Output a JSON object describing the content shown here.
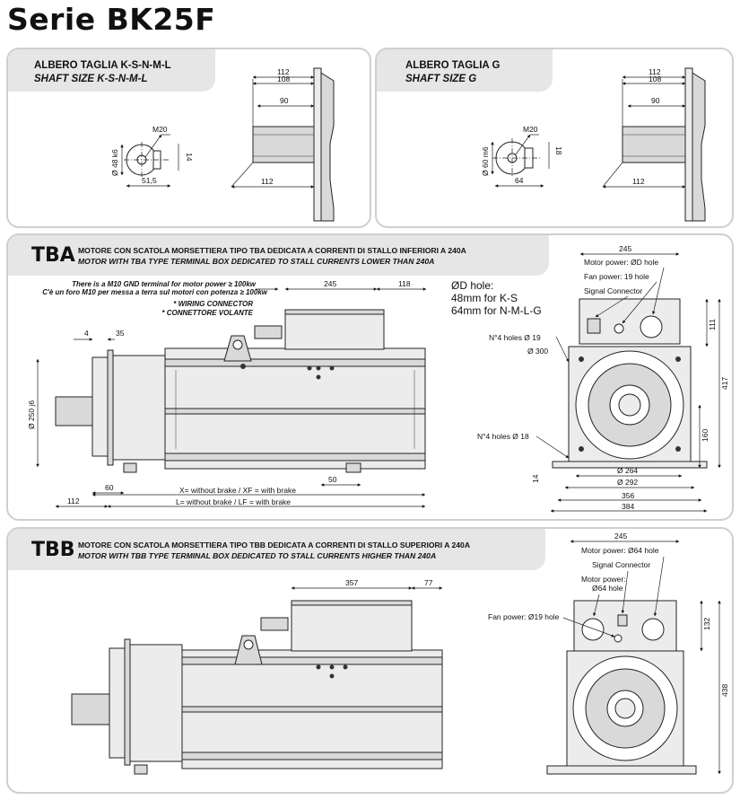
{
  "title": "Serie BK25F",
  "shaft_ksnml": {
    "title_it": "ALBERO TAGLIA K-S-N-M-L",
    "title_en": "SHAFT SIZE K-S-N-M-L",
    "dims": {
      "d112": "112",
      "d108": "108",
      "d90": "90",
      "d112b": "112",
      "m20": "M20",
      "d14": "14",
      "d48": "Ø 48 k6",
      "d515": "51,5"
    }
  },
  "shaft_g": {
    "title_it": "ALBERO TAGLIA G",
    "title_en": "SHAFT SIZE G",
    "dims": {
      "d112": "112",
      "d108": "108",
      "d90": "90",
      "d112b": "112",
      "m20": "M20",
      "d18": "18",
      "d60": "Ø 60 m6",
      "d64": "64"
    }
  },
  "tba": {
    "code": "TBA",
    "title_it": "MOTORE CON SCATOLA MORSETTIERA TIPO TBA DEDICATA A CORRENTI DI STALLO INFERIORI A 240A",
    "title_en": "MOTOR WITH TBA TYPE TERMINAL BOX DEDICATED TO STALL CURRENTS LOWER THAN 240A",
    "gnd_en": "There is a M10 GND terminal for motor power ≥ 100kw",
    "gnd_it": "C'è un foro M10 per messa a terra sul motori con potenza ≥ 100kw",
    "wiring_en": "* WIRING CONNECTOR",
    "wiring_it": "* CONNETTORE VOLANTE",
    "hole_note": [
      "ØD hole:",
      "48mm for K-S",
      "64mm for N-M-L-G"
    ],
    "side_dims": {
      "d4": "4",
      "d35": "35",
      "d245": "245",
      "d118": "118",
      "d250": "Ø 250 j6",
      "d60": "60",
      "d50": "50",
      "d112": "112",
      "x_label": "X= without brake / XF = with brake",
      "l_label": "L= without brake / LF = with brake"
    },
    "front": {
      "d245": "245",
      "motor_power": "Motor power: ØD hole",
      "fan_power": "Fan power:  19 hole",
      "signal": "Signal Connector",
      "d111": "111",
      "holes19": "N°4 holes Ø 19",
      "d300": "Ø 300",
      "d417": "417",
      "holes18": "N°4 holes Ø 18",
      "d160": "160",
      "d14": "14",
      "d264": "Ø 264",
      "d292": "Ø 292",
      "d356": "356",
      "d384": "384"
    }
  },
  "tbb": {
    "code": "TBB",
    "title_it": "MOTORE CON SCATOLA MORSETTIERA TIPO TBB DEDICATA A CORRENTI DI STALLO SUPERIORI A 240A",
    "title_en": "MOTOR WITH TBB TYPE TERMINAL BOX DEDICATED TO STALL CURRENTS HIGHER THAN 240A",
    "side_dims": {
      "d357": "357",
      "d77": "77"
    },
    "front": {
      "d245": "245",
      "motor_power64": "Motor power: Ø64 hole",
      "signal": "Signal Connector",
      "motor_power_a": "Motor power:",
      "motor_power_b": "Ø64 hole",
      "fan_power": "Fan power: Ø19 hole",
      "d132": "132",
      "d438": "438"
    }
  }
}
